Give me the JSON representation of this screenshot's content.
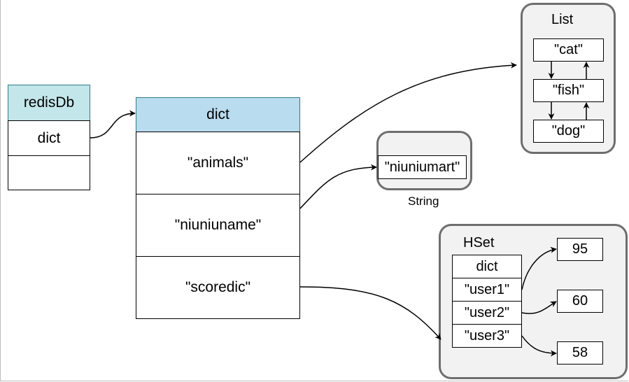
{
  "redisdb": {
    "header": "redisDb",
    "field": "dict"
  },
  "dict": {
    "header": "dict",
    "keys": [
      "\"animals\"",
      "\"niuniuname\"",
      "\"scoredic\""
    ]
  },
  "list": {
    "title": "List",
    "items": [
      "\"cat\"",
      "\"fish\"",
      "\"dog\""
    ]
  },
  "string": {
    "value": "\"niuniumart\"",
    "caption": "String"
  },
  "hset": {
    "title": "HSet",
    "header": "dict",
    "keys": [
      "\"user1\"",
      "\"user2\"",
      "\"user3\""
    ],
    "values": [
      "95",
      "60",
      "58"
    ]
  },
  "colors": {
    "header_fill": "#b9dcef",
    "redisdb_header_fill": "#c3e6ea",
    "group_fill": "#f2f2f2",
    "group_border": "#6e6e6e"
  }
}
